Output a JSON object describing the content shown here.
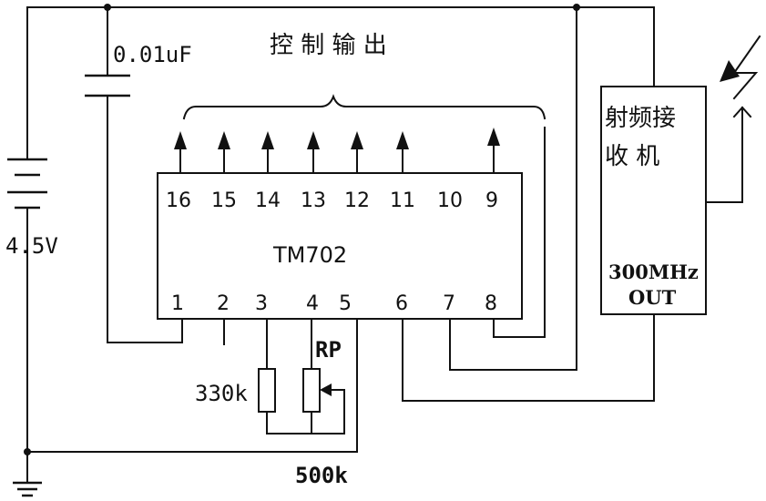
{
  "labels": {
    "capacitor": "0.01uF",
    "control_output": "控 制 输 出",
    "battery": "4.5V",
    "chip": "TM702",
    "receiver_line1": "射频接",
    "receiver_line2": "收 机",
    "receiver_freq": "300MHz",
    "receiver_out": "OUT",
    "resistor": "330k",
    "potentiometer": "RP",
    "pot_value": "500k"
  },
  "pins_top": [
    "16",
    "15",
    "14",
    "13",
    "12",
    "11",
    "10",
    "9"
  ],
  "pins_bottom": [
    "1",
    "2",
    "3",
    "4",
    "5",
    "6",
    "7",
    "8"
  ],
  "icons": [
    "lightning-bolt-icon",
    "antenna-icon",
    "ground-icon",
    "battery-icon"
  ]
}
